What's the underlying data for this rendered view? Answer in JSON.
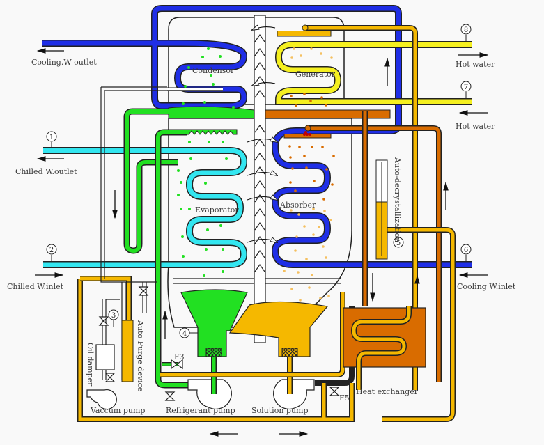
{
  "title": "Absorption chiller/heater flow diagram",
  "colors": {
    "background": "#f9f9f9",
    "cooling_water": "#1f2ee6",
    "chilled_water": "#33e6f0",
    "hot_water": "#f5f020",
    "refrigerant": "#22e022",
    "solution_strong": "#f5b800",
    "solution_dilute": "#d96c00",
    "heat_exchanger": "#d96c00",
    "outline": "#222222"
  },
  "labels": {
    "cooling_outlet": "Cooling.W outlet",
    "chilled_outlet": "Chilled W.outlet",
    "chilled_inlet": "Chilled W.inlet",
    "hot_water_out": "Hot water",
    "hot_water_in": "Hot water",
    "cooling_inlet": "Cooling W.inlet",
    "condensor": "Condensor",
    "generator": "Generator",
    "evaporator": "Evaporator",
    "absorber": "Absorber",
    "auto_decrystallization": "Auto-decrystallization",
    "auto_purge": "Auto Purge device",
    "oil_damper": "Oil damper",
    "vaccum_pump": "Vaccum pump",
    "refrigerant_pump": "Refrigerant pump",
    "solution_pump": "Solution pump",
    "heat_exchanger": "Heat exchanger",
    "valve_f3": "F3",
    "valve_f5": "F5"
  },
  "gauges": [
    "1",
    "2",
    "3",
    "4",
    "5",
    "6",
    "7",
    "8"
  ]
}
